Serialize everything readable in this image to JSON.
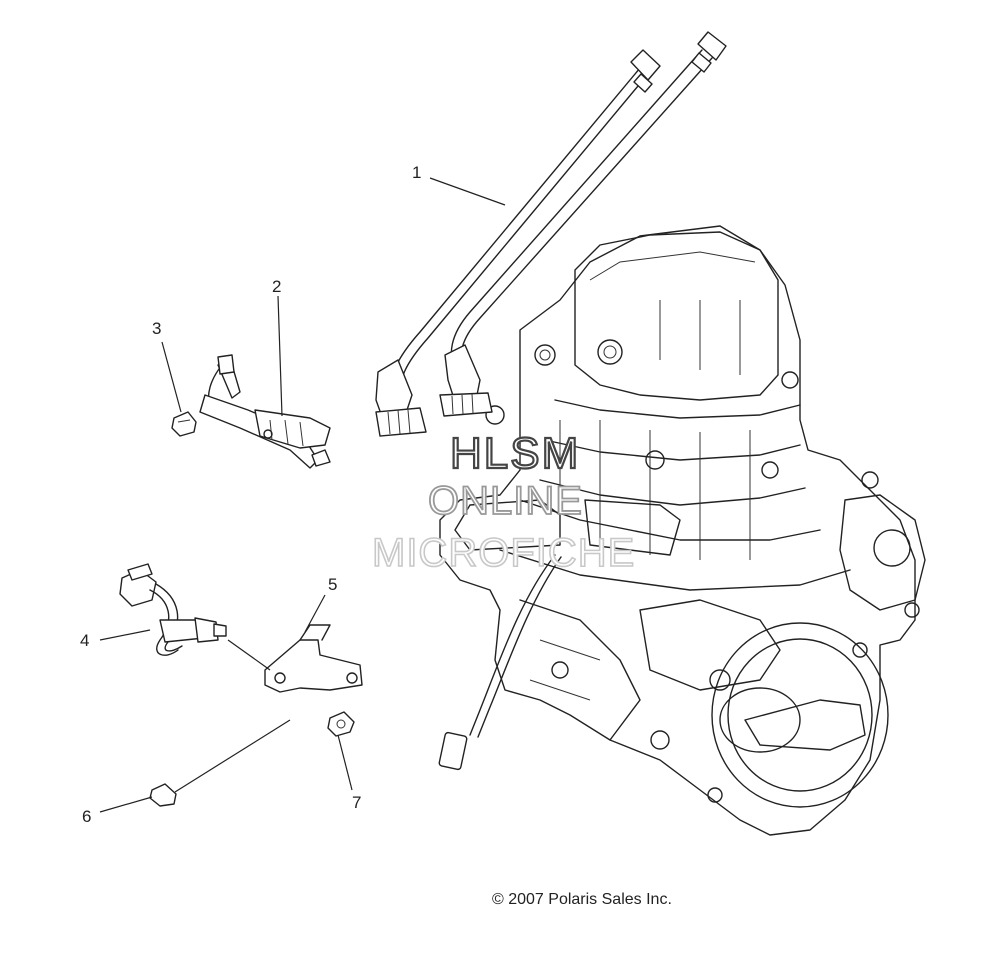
{
  "callouts": [
    "1",
    "2",
    "3",
    "4",
    "5",
    "6",
    "7"
  ],
  "watermark": {
    "line1": "HLSM",
    "line2": "ONLINE",
    "line3": "MICROFICHE"
  },
  "copyright": "© 2007 Polaris Sales Inc."
}
